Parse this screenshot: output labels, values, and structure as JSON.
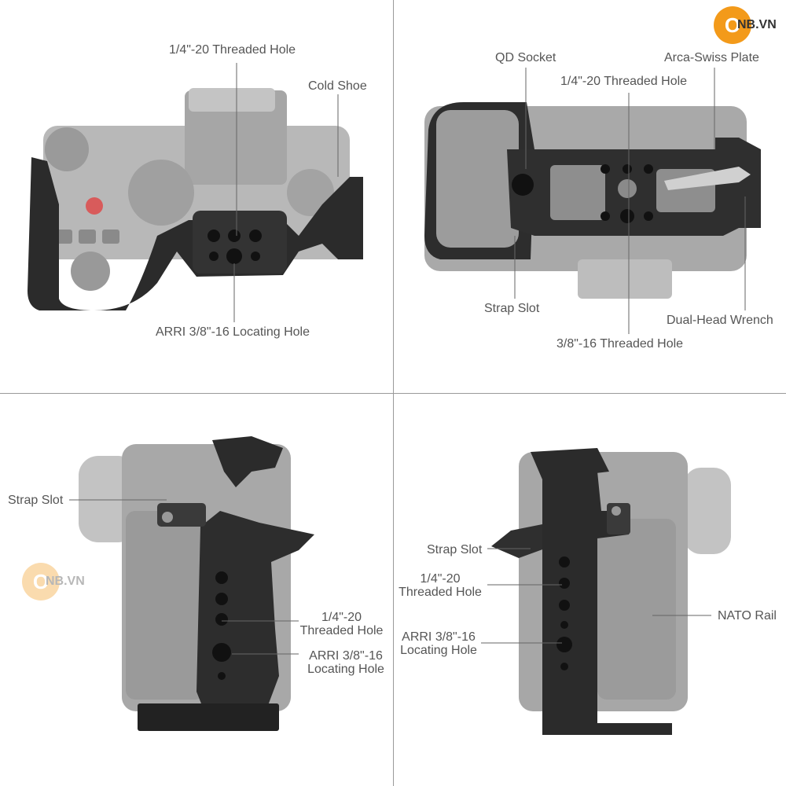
{
  "brand": {
    "logo_letter": "O",
    "logo_text": "NB.VN",
    "accent": "#f39a1a"
  },
  "top_left": {
    "threaded_hole": "1/4\"-20 Threaded Hole",
    "cold_shoe": "Cold Shoe",
    "arri_hole": "ARRI 3/8\"-16 Locating Hole"
  },
  "top_right": {
    "qd_socket": "QD Socket",
    "arca_swiss": "Arca-Swiss Plate",
    "threaded_hole": "1/4\"-20 Threaded Hole",
    "strap_slot": "Strap Slot",
    "wrench": "Dual-Head Wrench",
    "threaded_38": "3/8\"-16 Threaded Hole"
  },
  "bottom_left": {
    "strap_slot": "Strap Slot",
    "threaded_line1": "1/4\"-20",
    "threaded_line2": "Threaded Hole",
    "arri_line1": "ARRI 3/8\"-16",
    "arri_line2": "Locating Hole"
  },
  "bottom_right": {
    "strap_slot": "Strap Slot",
    "threaded_line1": "1/4\"-20",
    "threaded_line2": "Threaded Hole",
    "arri_line1": "ARRI 3/8\"-16",
    "arri_line2": "Locating Hole",
    "nato_rail": "NATO Rail"
  }
}
